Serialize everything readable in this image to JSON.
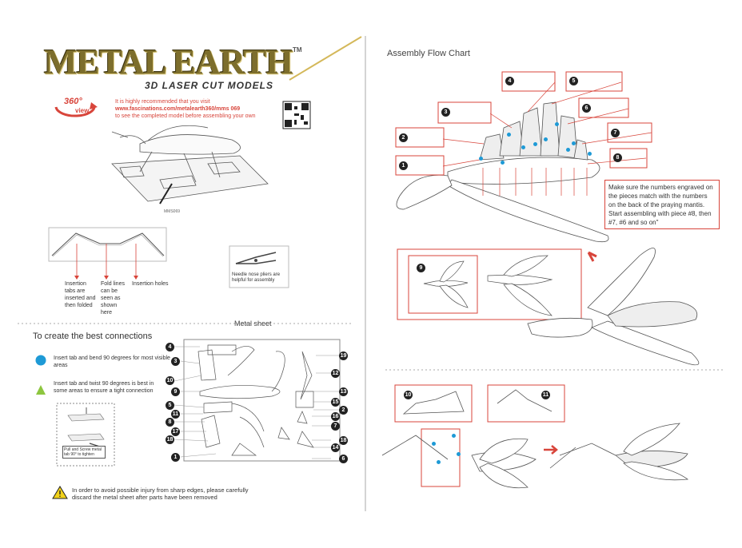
{
  "brand": {
    "logo_text": "METAL EARTH",
    "trademark": "TM",
    "subtitle": "3D LASER CUT MODELS",
    "view_badge_top": "360°",
    "view_badge_bottom": "view"
  },
  "intro": {
    "line1": "It is highly recommended that you visit",
    "line2": "www.fascinations.com/metalearth360/mms 069",
    "line3": "to see the completed model before assembling your own"
  },
  "model_code": "MMS069",
  "insertion": {
    "tabs": "Insertion tabs are inserted and then folded",
    "fold": "Fold lines can be seen as shown here",
    "holes": "Insertion holes"
  },
  "pliers_note": "Needle nose pliers are helpful for assembly",
  "metal_sheet_title": "Metal sheet",
  "connections": {
    "title": "To create the best connections",
    "tip1": "Insert tab and bend 90 degrees for most visible areas",
    "tip2": "Insert tab and twist 90 degrees is best in some areas to ensure a tight connection",
    "twist_caption": "Pull and Screw metal tab 90° to tighten"
  },
  "warning": {
    "line1": "In order to avoid possible injury from sharp edges, please carefully",
    "line2": "discard the metal sheet after parts have been removed"
  },
  "flow": {
    "title": "Assembly Flow Chart",
    "note": "Make sure the numbers engraved on the pieces match with the numbers on the back of the praying mantis. Start assembling with piece #8, then #7, #6 and so on\""
  },
  "sheet_numbers_left": [
    "4",
    "3",
    "10",
    "9",
    "5",
    "11",
    "8",
    "17",
    "18",
    "1"
  ],
  "sheet_numbers_right": [
    "19",
    "12",
    "13",
    "15",
    "2",
    "16",
    "7",
    "18",
    "14",
    "6"
  ],
  "flow_steps": [
    "1",
    "2",
    "3",
    "4",
    "5",
    "6",
    "7",
    "8"
  ],
  "detail_steps": [
    "9",
    "10",
    "11"
  ],
  "colors": {
    "accent": "#d8453b",
    "blue": "#1e9ad6",
    "green": "#8dc63f",
    "warning": "#f2d21b",
    "gold": "#7d6e2c"
  }
}
